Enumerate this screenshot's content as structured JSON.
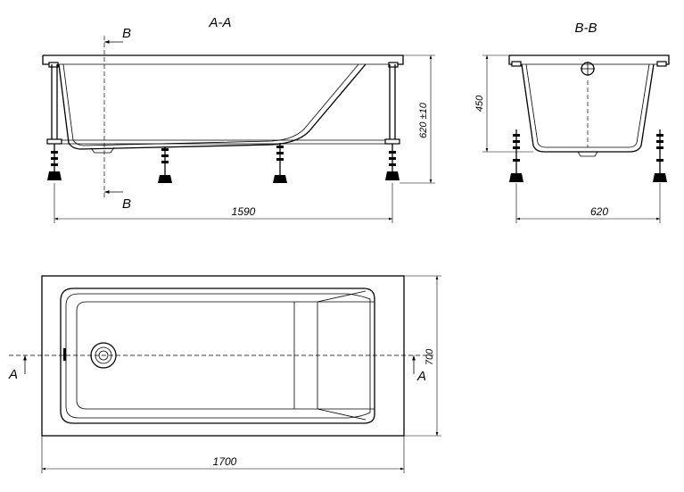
{
  "views": {
    "section_aa": {
      "title": "A-A"
    },
    "section_bb": {
      "title": "B-B"
    }
  },
  "cut_labels": {
    "b_top": "B",
    "b_bottom": "B",
    "a_left": "A",
    "a_right": "A"
  },
  "dimensions": {
    "side_frame_length": "1590",
    "side_height": "620 ±10",
    "end_height": "450",
    "end_width": "620",
    "plan_length": "1700",
    "plan_width": "700"
  },
  "colors": {
    "line": "#000000",
    "background": "#ffffff"
  }
}
